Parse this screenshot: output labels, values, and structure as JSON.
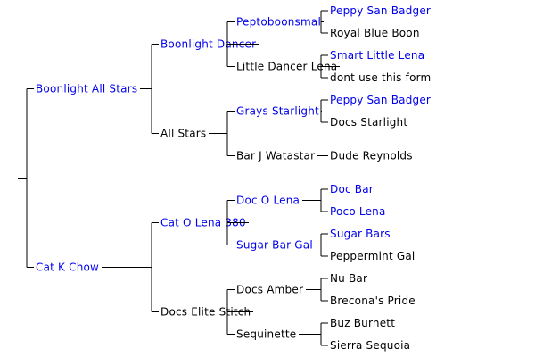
{
  "pedigree": {
    "name": "",
    "link": false,
    "children": [
      {
        "name": "Boonlight All Stars",
        "link": true,
        "children": [
          {
            "name": "Boonlight Dancer",
            "link": true,
            "children": [
              {
                "name": "Peptoboonsmal",
                "link": true,
                "children": [
                  {
                    "name": "Peppy San Badger",
                    "link": true
                  },
                  {
                    "name": "Royal Blue Boon",
                    "link": false
                  }
                ]
              },
              {
                "name": "Little Dancer Lena",
                "link": false,
                "children": [
                  {
                    "name": "Smart Little Lena",
                    "link": true
                  },
                  {
                    "name": "dont use this form",
                    "link": false
                  }
                ]
              }
            ]
          },
          {
            "name": "All Stars",
            "link": false,
            "children": [
              {
                "name": "Grays Starlight",
                "link": true,
                "children": [
                  {
                    "name": "Peppy San Badger",
                    "link": true
                  },
                  {
                    "name": "Docs Starlight",
                    "link": false
                  }
                ]
              },
              {
                "name": "Bar J Watastar",
                "link": false,
                "children": [
                  {
                    "name": "Dude Reynolds",
                    "link": false
                  }
                ]
              }
            ]
          }
        ]
      },
      {
        "name": "Cat K Chow",
        "link": true,
        "children": [
          {
            "name": "Cat O Lena 380",
            "link": true,
            "children": [
              {
                "name": "Doc O Lena",
                "link": true,
                "children": [
                  {
                    "name": "Doc Bar",
                    "link": true
                  },
                  {
                    "name": "Poco Lena",
                    "link": true
                  }
                ]
              },
              {
                "name": "Sugar Bar Gal",
                "link": true,
                "children": [
                  {
                    "name": "Sugar Bars",
                    "link": true
                  },
                  {
                    "name": "Peppermint Gal",
                    "link": false
                  }
                ]
              }
            ]
          },
          {
            "name": "Docs Elite Stitch",
            "link": false,
            "children": [
              {
                "name": "Docs Amber",
                "link": false,
                "children": [
                  {
                    "name": "Nu Bar",
                    "link": false
                  },
                  {
                    "name": "Brecona's Pride",
                    "link": false
                  }
                ]
              },
              {
                "name": "Sequinette",
                "link": false,
                "children": [
                  {
                    "name": "Buz Burnett",
                    "link": false
                  },
                  {
                    "name": "Sierra Sequoia",
                    "link": false
                  }
                ]
              }
            ]
          }
        ]
      }
    ]
  },
  "colors": {
    "link": "#0000ee",
    "text": "#000000",
    "lines": "#000000",
    "background": "#ffffff"
  }
}
